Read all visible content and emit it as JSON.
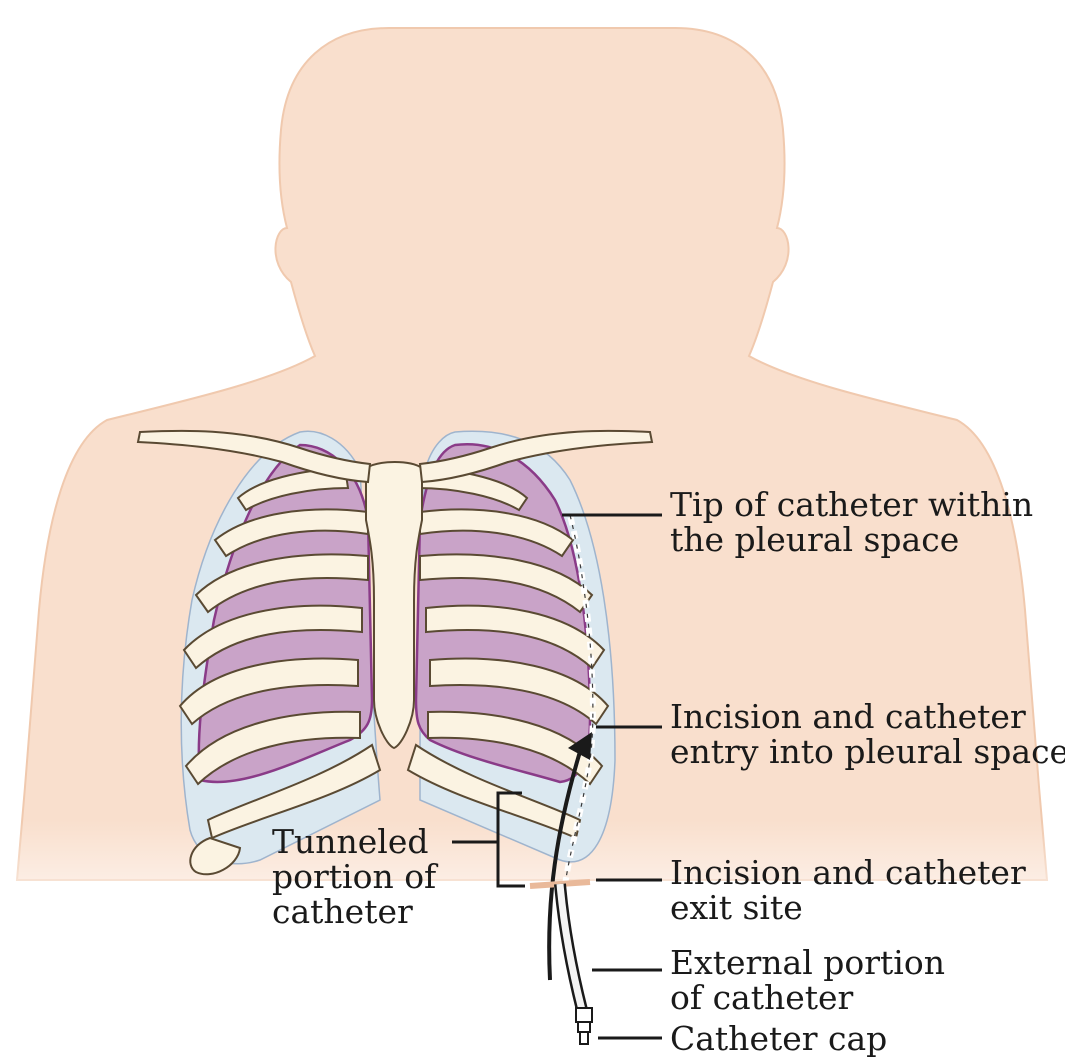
{
  "colors": {
    "skin": "#f9d9c4",
    "skin_outline": "#ecbfa2",
    "lung": "#c8a2c6",
    "lung_outline": "#8a3b88",
    "pleura": "#dbe8f0",
    "bone": "#fbf3e2",
    "bone_outline": "#5a4a33",
    "catheter": "#1a1a1a",
    "leader": "#1a1a1a"
  },
  "labels": {
    "tip": [
      "Tip of  catheter within",
      "the pleural space"
    ],
    "entry": [
      "Incision and catheter",
      "entry into pleural space"
    ],
    "exit": [
      "Incision and catheter",
      "exit site"
    ],
    "external": [
      "External portion",
      "of catheter"
    ],
    "cap": [
      "Catheter cap"
    ],
    "tunneled": [
      "Tunneled",
      "portion of",
      "catheter"
    ]
  }
}
